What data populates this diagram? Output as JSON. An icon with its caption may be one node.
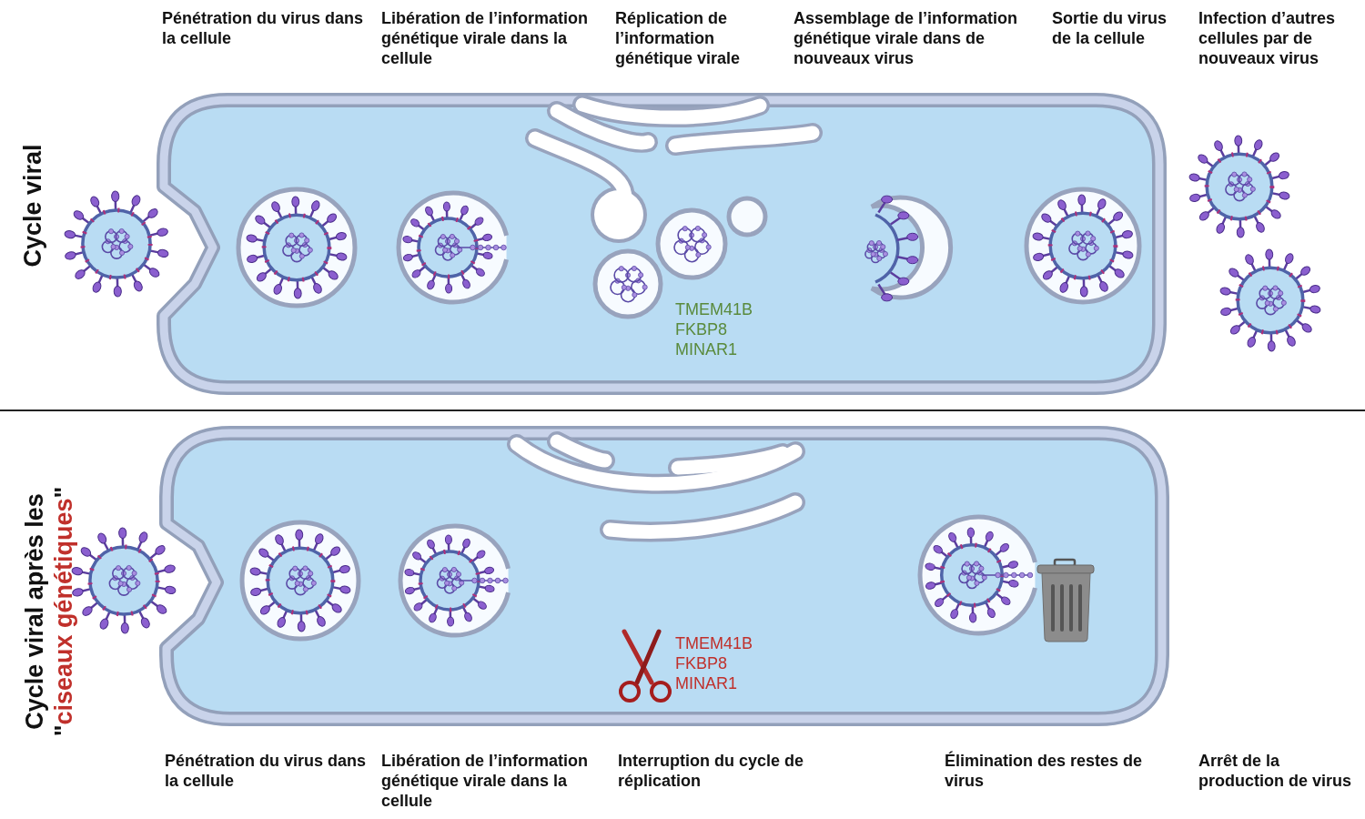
{
  "diagram": {
    "labels": [
      "Pénétration du virus dans la cellule",
      "Libération de l’information génétique virale dans la cellule",
      "Réplication de l’information génétique virale",
      "Assemblage de l’information génétique virale dans de nouveaux virus",
      "Sortie du virus de la cellule",
      "Infection d’autres cellules par de nouveaux virus",
      "Cycle viral",
      "TMEM41B",
      "FKBP8",
      "MINAR1",
      "Cycle viral après les",
      "\"ciseaux génétiques\"",
      "TMEM41B",
      "FKBP8",
      "MINAR1",
      "Pénétration du virus dans la cellule",
      "Libération de l’information génétique virale dans la cellule",
      "Interruption du cycle de réplication",
      "Élimination des restes de virus",
      "Arrêt de la production de virus"
    ]
  }
}
